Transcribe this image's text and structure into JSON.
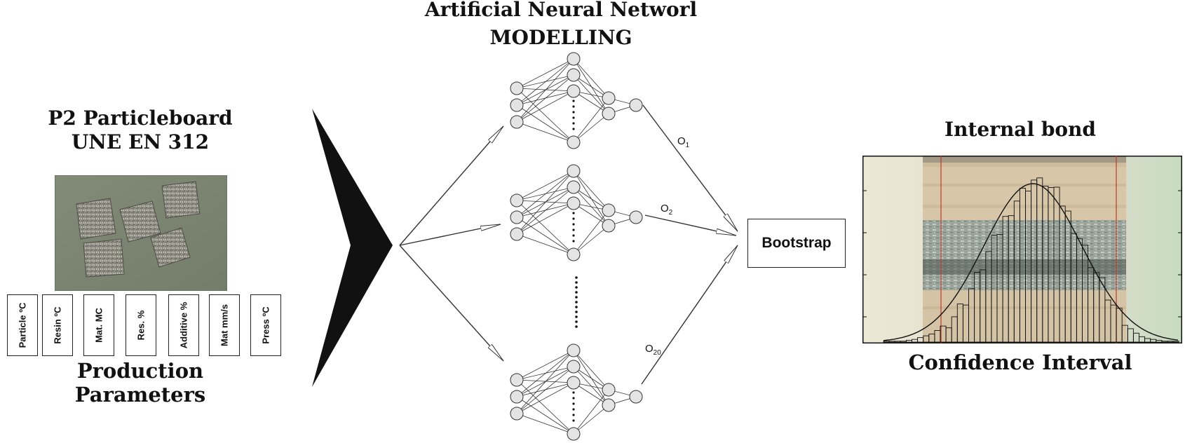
{
  "left": {
    "title_line1": "P2 Particleboard",
    "title_line2": "UNE EN 312",
    "photo_alt": "P2 Particleboard specimens",
    "parameters": [
      "Particle ºC",
      "Resin ºC",
      "Mat. MC",
      "Res. %",
      "Additive %",
      "Mat mm/s",
      "Press ºC"
    ],
    "footer": "Production Parameters"
  },
  "ann": {
    "title_line1": "Artificial Neural Networl",
    "title_line2": "MODELLING",
    "outputs": [
      {
        "base": "O",
        "sub": "1"
      },
      {
        "base": "O",
        "sub": "2"
      },
      {
        "base": "O",
        "sub": "20"
      }
    ]
  },
  "bootstrap": {
    "label": "Bootstrap"
  },
  "right": {
    "title": "Internal bond",
    "footer": "Confidence Interval"
  },
  "colors": {
    "line": "#333333",
    "node_fill": "#e4e4e4",
    "ci_line": "#c0392b",
    "arrow": "#111111"
  }
}
